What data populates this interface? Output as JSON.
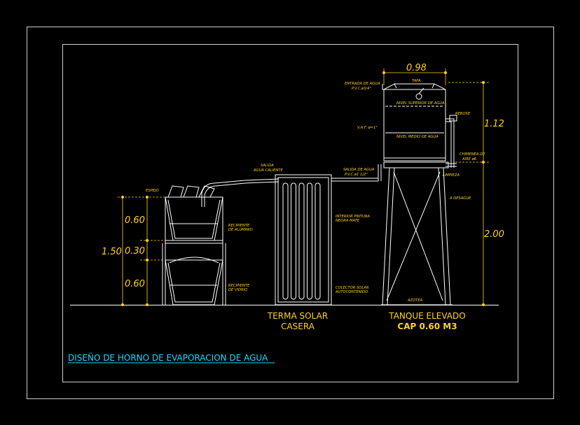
{
  "title": "DISEÑO DE HORNO DE EVAPORACION DE AGUA",
  "headings": {
    "terma_line1": "TERMA SOLAR",
    "terma_line2": "CASERA",
    "tanque_line1": "TANQUE ELEVADO",
    "tanque_line2": "CAP 0.60 M3"
  },
  "dimensions": {
    "tank_width": "0.98",
    "tank_height": "1.12",
    "stand_height": "2.00",
    "total_height": "1.50",
    "upper_recip": "0.60",
    "gap": "0.30",
    "lower_recip": "0.60"
  },
  "labels": {
    "espejo": "ESPEJO",
    "recip_aluminio_1": "RECIPIENTE",
    "recip_aluminio_2": "DE ALUMINIO",
    "recip_vidrio_1": "RECIPIENTE",
    "recip_vidrio_2": "DE VIDRIO",
    "salida_agua_caliente_1": "SALIDA",
    "salida_agua_caliente_2": "AGUA CALIENTE",
    "interior_pintura_1": "INTERIOR PINTURA",
    "interior_pintura_2": "NEGRA MATE",
    "colector_1": "COLECTOR SOLAR",
    "colector_2": "AUTOCONTENIDO",
    "salida_agua_1": "SALIDA DE AGUA",
    "salida_agua_2": "P.V.C.ø1 1/2\"",
    "entrada_agua_1": "ENTRADA DE AGUA",
    "entrada_agua_2": "P.V.C.ø3/4\"",
    "tapa": "TAPA",
    "nivel_superior": "NIVEL SUPERIOR DE AGUA",
    "vaf": "V.A.F. ø=1\"",
    "nivel_medio": "NIVEL MEDIO DE AGUA",
    "rebose": "REBOSE",
    "chimenea_1": "CHIMENEA DE",
    "chimenea_2": "AIRE ø6",
    "limpieza": "LIMPIEZA",
    "desague": "A DESAGUE",
    "azotea": "AZOTEA"
  },
  "colors": {
    "background": "#000000",
    "lines": "#ffffff",
    "annotation": "#ffd21a",
    "title": "#19d9ff"
  }
}
